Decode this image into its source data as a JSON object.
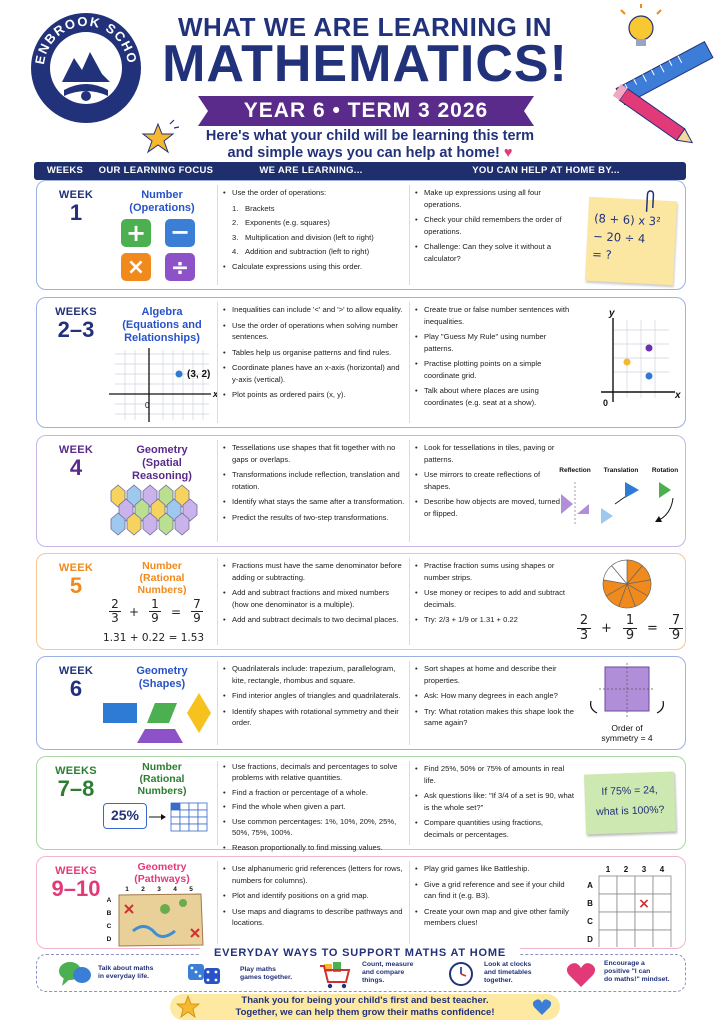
{
  "header": {
    "school_name": "GLENBROOK SCHOOL",
    "title_line1": "WHAT WE ARE LEARNING IN",
    "title_line2": "MATHEMATICS!",
    "term": "YEAR 6 • TERM 3 2026",
    "subtitle_line1": "Here's what your child will be learning this term",
    "subtitle_line2": "and simple ways you can help at home!"
  },
  "columns": [
    "WEEKS",
    "OUR LEARNING FOCUS",
    "WE ARE LEARNING...",
    "YOU CAN HELP AT HOME BY..."
  ],
  "colors": {
    "navy": "#22327a",
    "purple_ribbon": "#5b2b8c",
    "orange": "#f08a1c",
    "green": "#2e7d32",
    "pink": "#e23a79"
  },
  "rows": [
    {
      "week_label": "WEEK",
      "week_num": "1",
      "focus_line1": "Number",
      "focus_line2": "(Operations)",
      "focus_line3": "",
      "learning": [
        "Use the order of operations:",
        "Brackets",
        "Exponents (e.g. squares)",
        "Multiplication and division (left to right)",
        "Addition and subtraction (left to right)",
        "Calculate expressions using this order."
      ],
      "list_nums": [
        "1.",
        "2.",
        "3.",
        "4."
      ],
      "home": [
        "Make up expressions using all four operations.",
        "Check your child remembers the order of operations.",
        "Challenge: Can they solve it without a calculator?"
      ],
      "note_line1": "(8 + 6) x 3²",
      "note_line2": "− 20 ÷ 4",
      "note_line3": "= ?"
    },
    {
      "week_label": "WEEKS",
      "week_num": "2–3",
      "focus_line1": "Algebra",
      "focus_line2": "(Equations and",
      "focus_line3": "Relationships)",
      "learning": [
        "Inequalities can include '<' and '>' to allow equality.",
        "Use the order of operations when solving number sentences.",
        "Tables help us organise patterns and find rules.",
        "Coordinate planes have an x-axis (horizontal) and  y-axis (vertical).",
        "Plot points as ordered pairs (x, y)."
      ],
      "home": [
        "Create true or false number sentences with inequalities.",
        "Play \"Guess My Rule\" using number patterns.",
        "Practise plotting points on a simple coordinate grid.",
        "Talk about where places are using coordinates (e.g. seat at a show)."
      ],
      "point_label": "(3, 2)",
      "axis_y": "y",
      "axis_x": "x",
      "origin": "0"
    },
    {
      "week_label": "WEEK",
      "week_num": "4",
      "focus_line1": "Geometry",
      "focus_line2": "(Spatial",
      "focus_line3": "Reasoning)",
      "learning": [
        "Tessellations use shapes that fit together with no gaps or overlaps.",
        "Transformations include reflection, translation and rotation.",
        "Identify what stays the same after a transformation.",
        "Predict the results of two-step transformations."
      ],
      "home": [
        "Look for tessellations in tiles, paving or patterns.",
        "Use mirrors to create reflections of shapes.",
        "Describe how objects are moved, turned or flipped."
      ],
      "transforms": [
        "Reflection",
        "Translation",
        "Rotation"
      ]
    },
    {
      "week_label": "WEEK",
      "week_num": "5",
      "focus_line1": "Number",
      "focus_line2": "(Rational",
      "focus_line3": "Numbers)",
      "learning": [
        "Fractions must have the same denominator before adding or subtracting.",
        "Add and subtract fractions and mixed numbers (how one denominator is a multiple).",
        "Add and subtract decimals to two decimal places."
      ],
      "home": [
        "Practise fraction sums using shapes or number strips.",
        "Use money or recipes to add and subtract decimals.",
        "Try: 2/3 + 1/9  or  1.31 + 0.22"
      ],
      "frac": {
        "n1": "2",
        "d1": "3",
        "op": "+",
        "n2": "1",
        "d2": "9",
        "eq": "=",
        "n3": "7",
        "d3": "9"
      },
      "decimal_sum": "1.31 + 0.22 = 1.53",
      "pie_shaded": 7,
      "pie_total": 9
    },
    {
      "week_label": "WEEK",
      "week_num": "6",
      "focus_line1": "Geometry",
      "focus_line2": "(Shapes)",
      "focus_line3": "",
      "learning": [
        "Quadrilaterals include: trapezium, parallelogram, kite, rectangle, rhombus and square.",
        "Find interior angles of triangles and quadrilaterals.",
        "Identify shapes with rotational symmetry and their order."
      ],
      "home": [
        "Sort shapes at home and describe their properties.",
        "Ask: How many degrees in each angle?",
        "Try: What rotation makes this shape look the same again?"
      ],
      "symmetry_line1": "Order of",
      "symmetry_line2": "symmetry = 4"
    },
    {
      "week_label": "WEEKS",
      "week_num": "7–8",
      "focus_line1": "Number",
      "focus_line2": "(Rational",
      "focus_line3": "Numbers)",
      "learning": [
        "Use fractions, decimals and percentages to solve problems with relative quantities.",
        "Find a fraction or percentage of a whole.",
        "Find the whole when given a part.",
        "Use common percentages: 1%, 10%, 20%, 25%, 50%, 75%, 100%.",
        "Reason proportionally to find missing values."
      ],
      "home": [
        "Find 25%, 50% or 75% of amounts in real life.",
        "Ask questions like: \"If 3/4 of a set is 90, what is the whole set?\"",
        "Compare quantities using fractions, decimals or percentages."
      ],
      "percent": "25%",
      "note_line1": "If 75% = 24,",
      "note_line2": "what is 100%?"
    },
    {
      "week_label": "WEEKS",
      "week_num": "9–10",
      "focus_line1": "Geometry",
      "focus_line2": "(Pathways)",
      "focus_line3": "",
      "learning": [
        "Use alphanumeric grid references (letters for rows, numbers for columns).",
        "Plot and identify positions on a grid map.",
        "Use maps and diagrams to describe pathways and locations."
      ],
      "home": [
        "Play grid games like Battleship.",
        "Give a grid reference and see if your child can find it (e.g. B3).",
        "Create your own map and give other family members clues!"
      ],
      "map_cols": [
        "1",
        "2",
        "3",
        "4",
        "5"
      ],
      "map_rows": [
        "A",
        "B",
        "C",
        "D"
      ],
      "grid_cols": [
        "1",
        "2",
        "3",
        "4"
      ],
      "grid_rows": [
        "A",
        "B",
        "C",
        "D"
      ],
      "mark": "×"
    }
  ],
  "footer": {
    "title": "EVERYDAY WAYS TO SUPPORT MATHS AT HOME",
    "tips": [
      {
        "line1": "Talk about maths",
        "line2": "in everyday life.",
        "line3": ""
      },
      {
        "line1": "Play maths",
        "line2": "games together.",
        "line3": ""
      },
      {
        "line1": "Count, measure",
        "line2": "and compare",
        "line3": "things."
      },
      {
        "line1": "Look at clocks",
        "line2": "and timetables",
        "line3": "together."
      },
      {
        "line1": "Encourage a",
        "line2": "positive \"I can",
        "line3": "do maths!\" mindset."
      }
    ],
    "thanks_line1": "Thank you for being your child's first and best teacher.",
    "thanks_line2": "Together, we can help them grow their maths confidence!"
  }
}
